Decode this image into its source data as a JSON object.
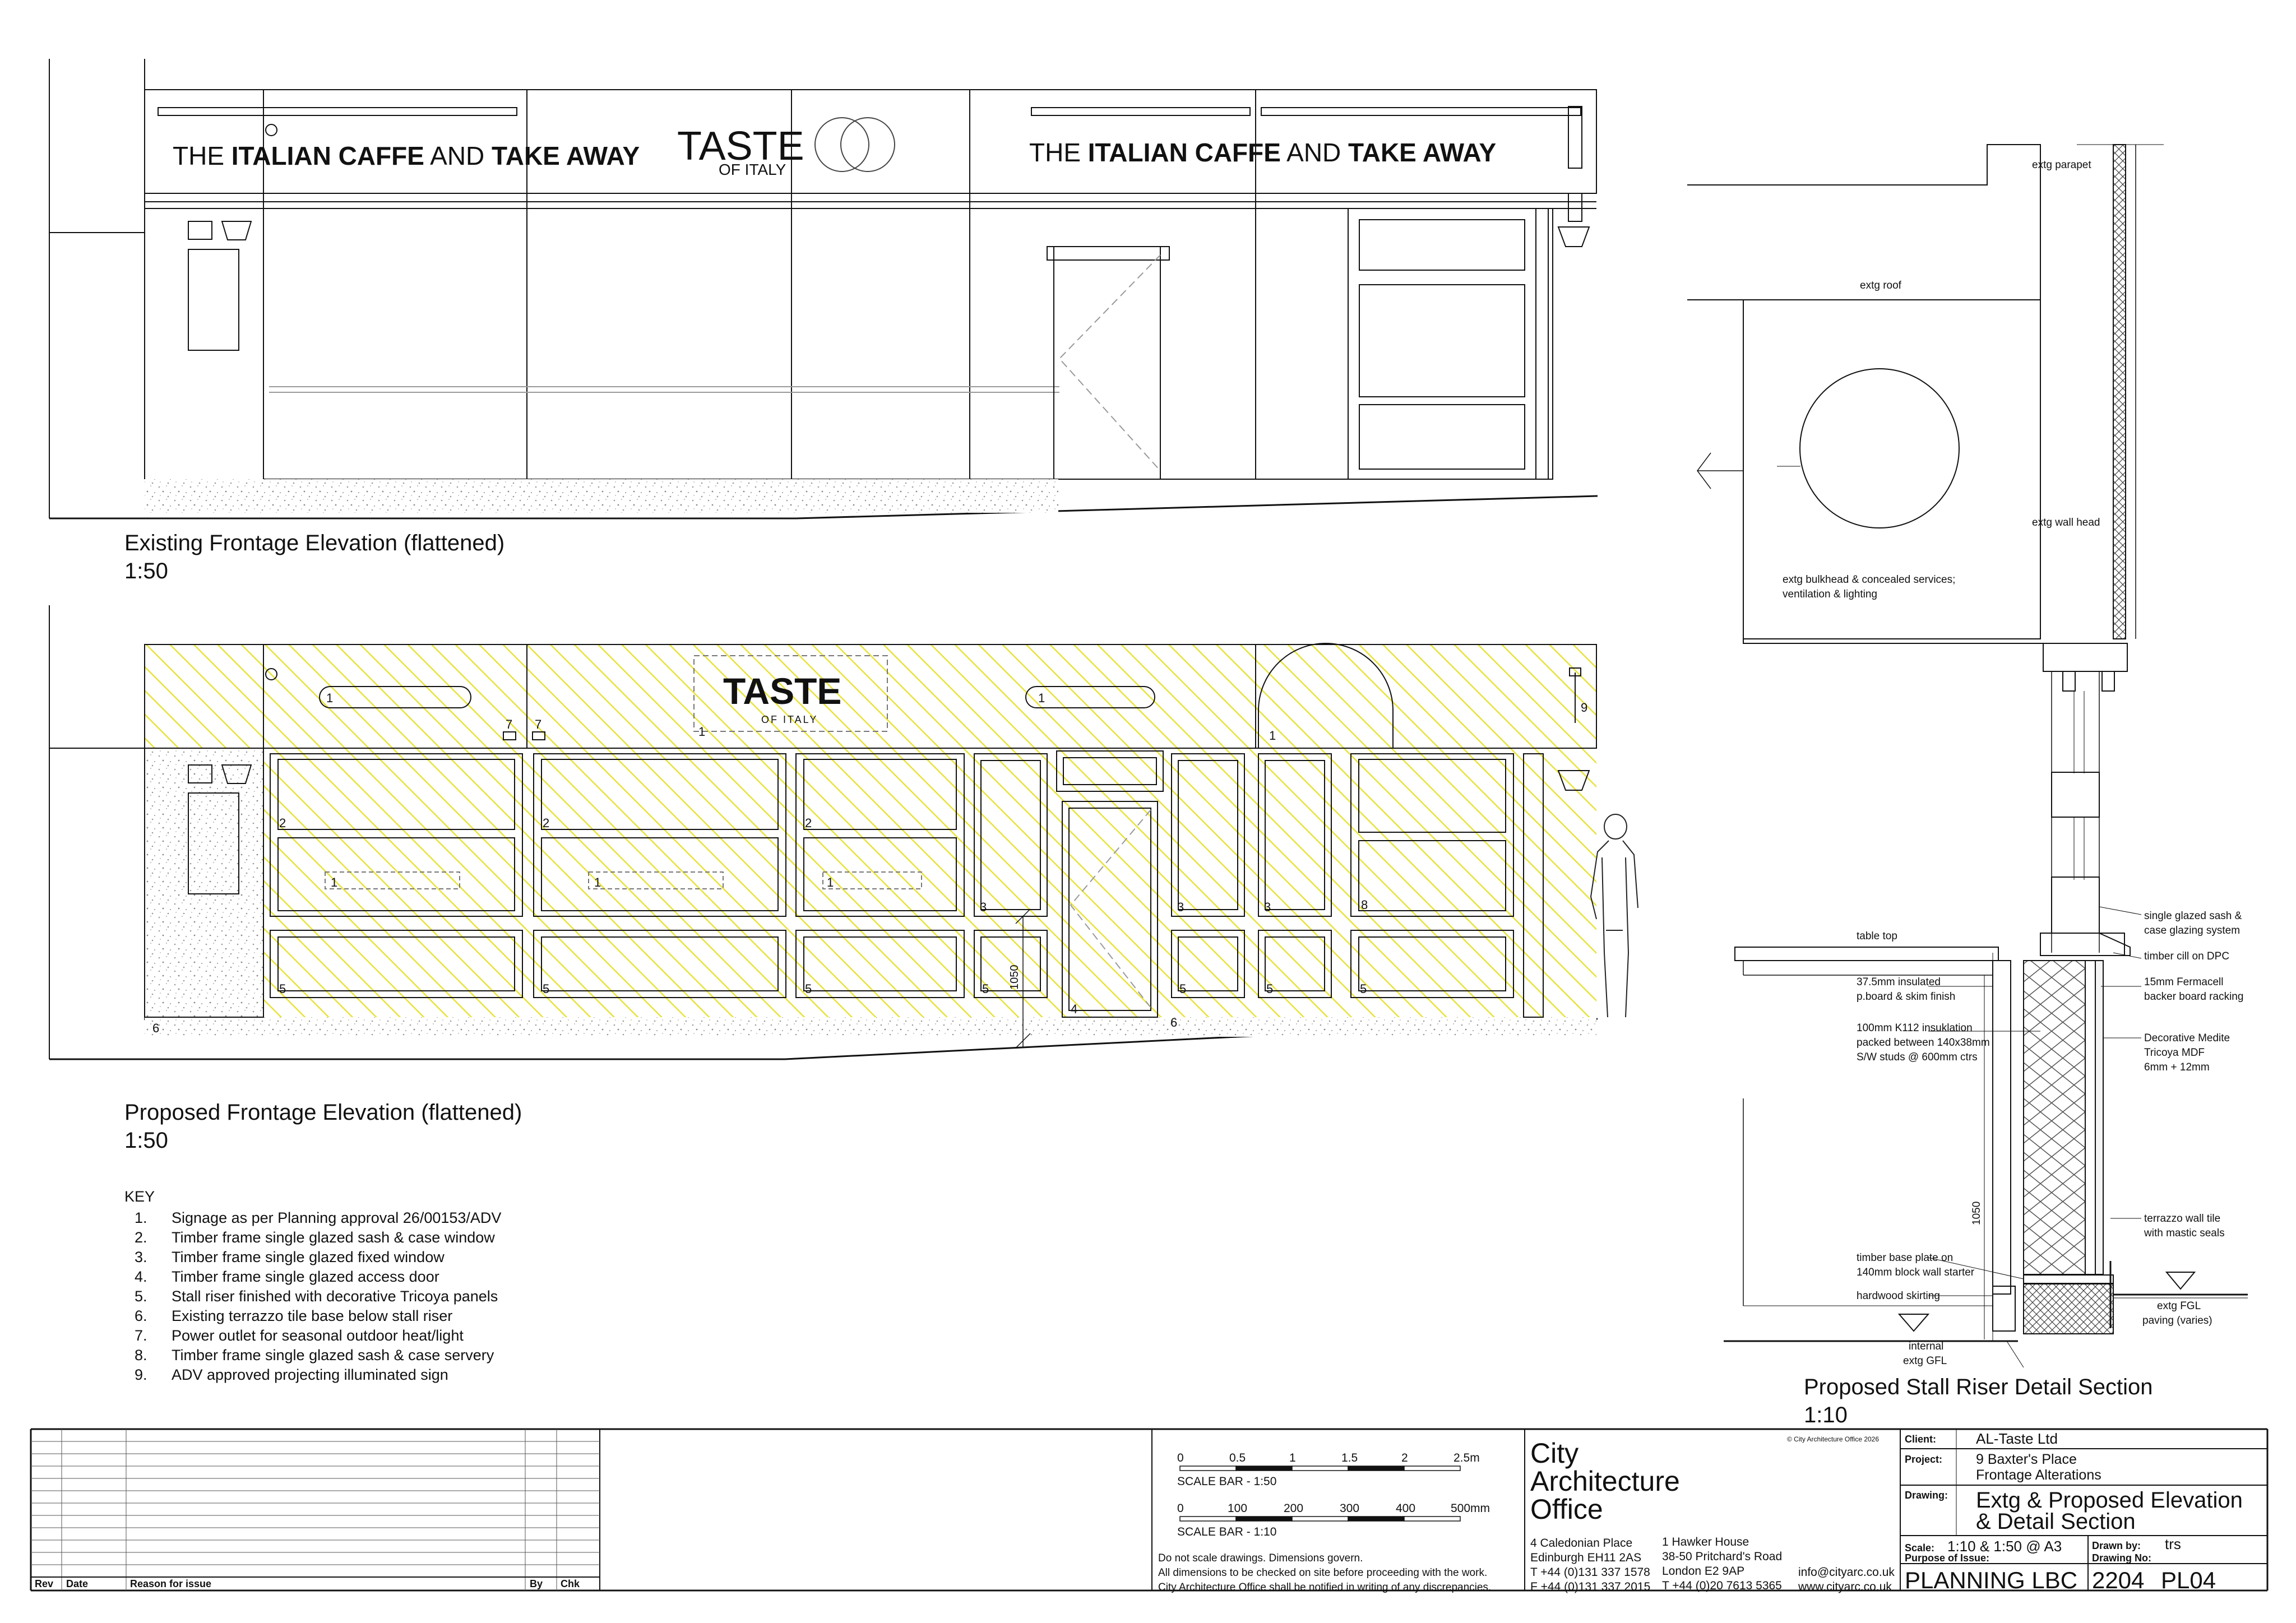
{
  "existing_elevation": {
    "title": "Existing Frontage Elevation (flattened)",
    "scale": "1:50",
    "signage_left": {
      "w1": "THE ",
      "w2": "ITALIAN CAFFE",
      "w3": " AND ",
      "w4": "TAKE AWAY"
    },
    "signage_right": {
      "w1": "THE ",
      "w2": "ITALIAN CAFFE",
      "w3": " AND ",
      "w4": "TAKE AWAY"
    },
    "logo_main": "TASTE",
    "logo_sub": "OF ITALY"
  },
  "proposed_elevation": {
    "title": "Proposed Frontage Elevation (flattened)",
    "scale": "1:50",
    "logo_main": "TASTE",
    "logo_sub": "OF ITALY",
    "riser_height": "1050",
    "hatch_color": "#e8e23a",
    "tags": {
      "t1a": "1",
      "t1b": "1",
      "t1c": "1",
      "t1d": "1",
      "t1e": "1",
      "t1f": "1",
      "t1g": "1",
      "t2a": "2",
      "t2b": "2",
      "t2c": "2",
      "t3a": "3",
      "t3b": "3",
      "t3c": "3",
      "t4": "4",
      "t5a": "5",
      "t5b": "5",
      "t5c": "5",
      "t5d": "5",
      "t5e": "5",
      "t5f": "5",
      "t5g": "5",
      "t6a": "6",
      "t6b": "6",
      "t7a": "7",
      "t7b": "7",
      "t8": "8",
      "t9": "9"
    }
  },
  "detail_section": {
    "title": "Proposed Stall Riser Detail Section",
    "scale": "1:10",
    "labels": {
      "parapet": "extg parapet",
      "roof": "extg roof",
      "wall_head": "extg wall head",
      "bulkhead_1": "extg bulkhead & concealed services;",
      "bulkhead_2": "ventilation & lighting",
      "glazing_1": "single glazed sash &",
      "glazing_2": "case glazing system",
      "cill": "timber cill on DPC",
      "table_top": "table top",
      "fermacell_1": "15mm Fermacell",
      "fermacell_2": "backer board racking",
      "pboard_1": "37.5mm insulated",
      "pboard_2": "p.board & skim finish",
      "insul_1": "100mm K112 insuklation",
      "insul_2": "packed between 140x38mm",
      "insul_3": "S/W studs @ 600mm ctrs",
      "medite_1": "Decorative Medite",
      "medite_2": "Tricoya MDF",
      "medite_3": "6mm + 12mm",
      "dim_1050": "1050",
      "terrazzo_1": "terrazzo wall tile",
      "terrazzo_2": "with mastic seals",
      "baseplate_1": "timber base plate on",
      "baseplate_2": "140mm block wall starter",
      "skirting": "hardwood skirting",
      "fgl_1": "extg FGL",
      "fgl_2": "paving (varies)",
      "gfl_1": "internal",
      "gfl_2": "extg GFL"
    }
  },
  "key": {
    "heading": "KEY",
    "items": [
      {
        "num": "1.",
        "text": "Signage as per Planning approval 26/00153/ADV"
      },
      {
        "num": "2.",
        "text": "Timber frame single glazed sash & case window"
      },
      {
        "num": "3.",
        "text": "Timber frame single glazed fixed window"
      },
      {
        "num": "4.",
        "text": "Timber frame single glazed access door"
      },
      {
        "num": "5.",
        "text": "Stall riser finished with decorative Tricoya panels"
      },
      {
        "num": "6.",
        "text": "Existing terrazzo tile base below stall riser"
      },
      {
        "num": "7.",
        "text": "Power outlet for seasonal outdoor heat/light"
      },
      {
        "num": "8.",
        "text": "Timber frame single glazed sash & case servery"
      },
      {
        "num": "9.",
        "text": "ADV approved projecting illuminated sign"
      }
    ]
  },
  "revisions": {
    "rev": "Rev",
    "date": "Date",
    "reason": "Reason for issue",
    "by": "By",
    "chk": "Chk"
  },
  "scale_bars": {
    "bar50": {
      "ticks": [
        "0",
        "0.5",
        "1",
        "1.5",
        "2",
        "2.5m"
      ],
      "caption": "SCALE BAR - 1:50"
    },
    "bar10": {
      "ticks": [
        "0",
        "100",
        "200",
        "300",
        "400",
        "500mm"
      ],
      "caption": "SCALE BAR - 1:10"
    }
  },
  "notes": [
    "Do not scale drawings.  Dimensions govern.",
    "All dimensions to be checked on site before proceeding with the work.",
    "City Architecture Office shall be notified in writing of any discrepancies."
  ],
  "office": {
    "name_1": "City",
    "name_2": "Architecture",
    "name_3": "Office",
    "copyright": "© City Architecture Office 2026",
    "edinburgh": [
      "4 Caledonian Place",
      "Edinburgh EH11 2AS",
      "T +44 (0)131 337 1578",
      "F +44 (0)131 337 2015"
    ],
    "london": [
      "1 Hawker House",
      "38-50 Pritchard's Road",
      "London E2 9AP",
      "T +44 (0)20 7613 5365"
    ],
    "email": "info@cityarc.co.uk",
    "web": "www.cityarc.co.uk"
  },
  "title_block": {
    "client_label": "Client:",
    "client": "AL-Taste Ltd",
    "project_label": "Project:",
    "project_1": "9 Baxter's Place",
    "project_2": "Frontage Alterations",
    "drawing_label": "Drawing:",
    "drawing_1": "Extg & Proposed Elevation",
    "drawing_2": "& Detail Section",
    "scale_label": "Scale:",
    "scale": "1:10 & 1:50 @ A3",
    "drawn_label": "Drawn by:",
    "drawn": "trs",
    "purpose_label": "Purpose of Issue:",
    "purpose": "PLANNING LBC",
    "drawing_no_label": "Drawing No:",
    "drawing_no_1": "2204",
    "drawing_no_2": "PL04"
  }
}
